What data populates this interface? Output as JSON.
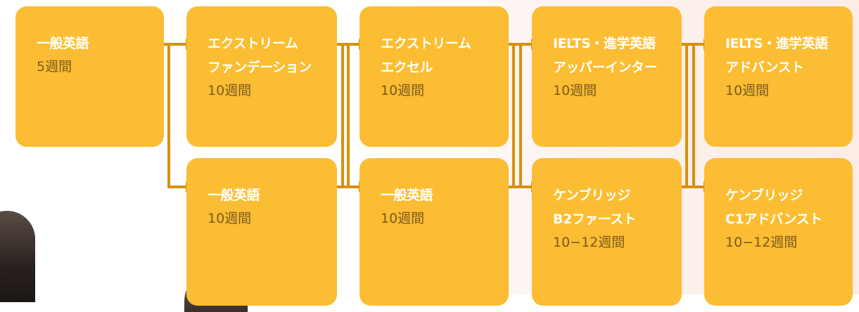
{
  "colors": {
    "box": "#fbbd33",
    "connector": "#d9900a",
    "title_text": "#ffffff",
    "duration_text": "#7a5a1e"
  },
  "courses": {
    "general_5": {
      "title": "一般英語",
      "duration": "5週間"
    },
    "extreme_foundation": {
      "title": "エクストリーム\nファンデーション",
      "duration": "10週間"
    },
    "general_10a": {
      "title": "一般英語",
      "duration": "10週間"
    },
    "extreme_excel": {
      "title": "エクストリーム\nエクセル",
      "duration": "10週間"
    },
    "general_10b": {
      "title": "一般英語",
      "duration": "10週間"
    },
    "ielts_upper": {
      "title": "IELTS・進学英語\nアッパーインター",
      "duration": "10週間"
    },
    "cambridge_b2": {
      "title": "ケンブリッジ\nB2ファースト",
      "duration": "10−12週間"
    },
    "ielts_advanced": {
      "title": "IELTS・進学英語\nアドバンスト",
      "duration": "10週間"
    },
    "cambridge_c1": {
      "title": "ケンブリッジ\nC1アドバンスト",
      "duration": "10−12週間"
    }
  }
}
